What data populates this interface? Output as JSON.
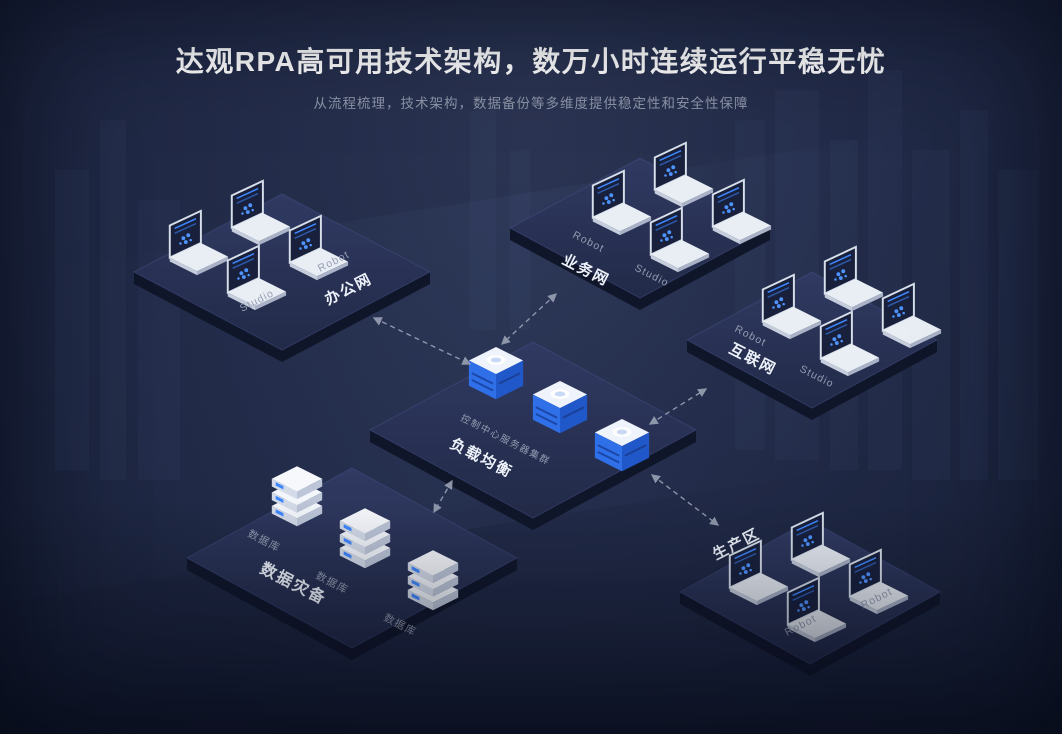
{
  "header": {
    "title": "达观RPA高可用技术架构，数万小时连续运行平稳无忧",
    "subtitle": "从流程梳理，技术架构，数据备份等多维度提供稳定性和安全性保障"
  },
  "platforms": {
    "office": {
      "name": "办公网",
      "studio_label": "Studio",
      "robot_label": "Robot"
    },
    "business": {
      "name": "业务网",
      "robot_label": "Robot",
      "studio_label": "Studio"
    },
    "internet": {
      "name": "互联网",
      "robot_label": "Robot",
      "studio_label": "Studio"
    },
    "load_balancer": {
      "name": "负载均衡",
      "cluster_label": "控制中心服务器集群"
    },
    "disaster_recovery": {
      "name": "数据灾备",
      "db_label_1": "数据库",
      "db_label_2": "数据库",
      "db_label_3": "数据库"
    },
    "production": {
      "name": "生产区",
      "robot_label_1": "Robot",
      "robot_label_2": "Robot"
    }
  },
  "colors": {
    "accent_blue": "#3f87ff",
    "platform_fill": "#2a3356",
    "background_top": "#2b3553",
    "background_bottom": "#161e35",
    "arrow": "#99a1b4",
    "title_text": "#ffffff",
    "subtitle_text": "#8d95a9"
  }
}
